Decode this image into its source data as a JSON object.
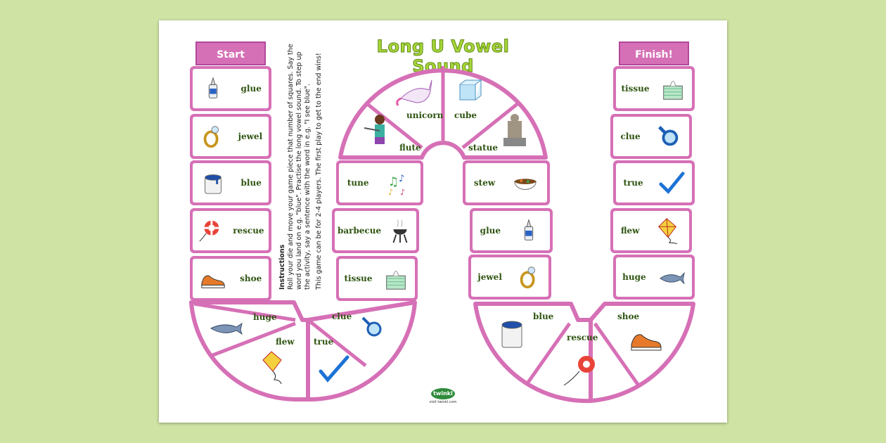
{
  "title": "Long U Vowel Sound",
  "start_label": "Start",
  "finish_label": "Finish!",
  "instructions": {
    "heading": "Instructions",
    "body": "Roll your die and move your game piece that number of squares. Say the word you land on e.g. \"blue\". Practise the long vowel sound. To step up the activity, say a sentence with the word in e.g. \"I see blue\".",
    "footer": "This game can be for 2-4 players. The first play to get to the end wins!"
  },
  "left_column": [
    {
      "word": "glue",
      "icon": "glue-bottle-icon"
    },
    {
      "word": "jewel",
      "icon": "ring-icon"
    },
    {
      "word": "blue",
      "icon": "paint-pot-icon"
    },
    {
      "word": "rescue",
      "icon": "lifebuoy-icon"
    },
    {
      "word": "shoe",
      "icon": "shoe-icon"
    }
  ],
  "left_bottom": [
    {
      "word": "huge",
      "icon": "whale-icon"
    },
    {
      "word": "flew",
      "icon": "kite-icon"
    },
    {
      "word": "true",
      "icon": "tick-icon"
    },
    {
      "word": "clue",
      "icon": "magnifier-icon"
    }
  ],
  "inner_left_column": [
    {
      "word": "tune",
      "icon": "music-notes-icon"
    },
    {
      "word": "barbecue",
      "icon": "barbecue-icon"
    },
    {
      "word": "tissue",
      "icon": "tissue-box-icon"
    }
  ],
  "top_arch": [
    {
      "word": "flute",
      "icon": "flute-player-icon"
    },
    {
      "word": "unicorn",
      "icon": "unicorn-icon"
    },
    {
      "word": "cube",
      "icon": "ice-cube-icon"
    },
    {
      "word": "statue",
      "icon": "statue-icon"
    }
  ],
  "inner_right_column": [
    {
      "word": "stew",
      "icon": "stew-bowl-icon"
    },
    {
      "word": "glue",
      "icon": "glue-bottle-icon"
    },
    {
      "word": "jewel",
      "icon": "ring-icon"
    }
  ],
  "right_bottom": [
    {
      "word": "blue",
      "icon": "paint-pot-icon"
    },
    {
      "word": "rescue",
      "icon": "lifebuoy-icon"
    },
    {
      "word": "shoe",
      "icon": "shoe-icon"
    }
  ],
  "right_column": [
    {
      "word": "tissue",
      "icon": "tissue-box-icon"
    },
    {
      "word": "clue",
      "icon": "magnifier-icon"
    },
    {
      "word": "true",
      "icon": "tick-icon"
    },
    {
      "word": "flew",
      "icon": "kite-icon"
    },
    {
      "word": "huge",
      "icon": "whale-icon"
    }
  ],
  "logo": {
    "brand": "twinkl",
    "url": "visit twinkl.com"
  },
  "colors": {
    "background": "#cfe3a4",
    "tile_border": "#d670b6",
    "title": "#a8d63a",
    "word_text": "#2f5411"
  }
}
